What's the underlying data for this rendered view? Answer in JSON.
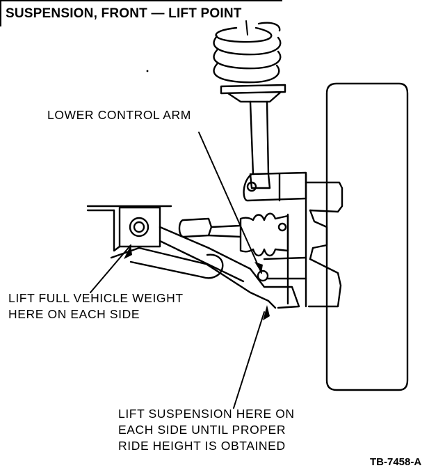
{
  "title": "SUSPENSION, FRONT — LIFT POINT",
  "labels": {
    "lower_control_arm": "LOWER CONTROL ARM",
    "lift_full_line1": "LIFT FULL VEHICLE WEIGHT",
    "lift_full_line2": "HERE ON EACH SIDE",
    "lift_susp_line1": "LIFT SUSPENSION HERE ON",
    "lift_susp_line2": "EACH SIDE UNTIL PROPER",
    "lift_susp_line3": "RIDE HEIGHT IS OBTAINED"
  },
  "figure_number": "TB-7458-A"
}
